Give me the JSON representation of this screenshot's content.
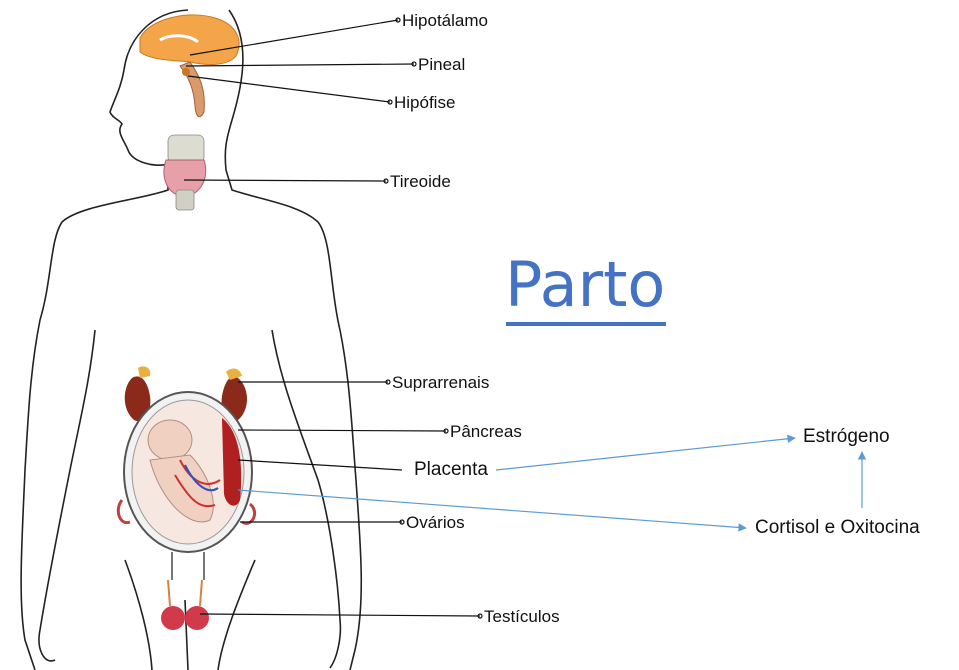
{
  "title": "Parto",
  "labels": {
    "hipotalamo": "Hipotálamo",
    "pineal": "Pineal",
    "hipofise": "Hipófise",
    "tireoide": "Tireoide",
    "suprarrenais": "Suprarrenais",
    "pancreas": "Pâncreas",
    "placenta": "Placenta",
    "ovarios": "Ovários",
    "testiculos": "Testículos"
  },
  "hormones": {
    "estrogeno": "Estrógeno",
    "cortisol_oxitocina": "Cortisol e Oxitocina"
  },
  "colors": {
    "title": "#4472c4",
    "arrow": "#5b9bd5",
    "brain": "#f4a54a",
    "thyroid": "#e8a0a8",
    "kidney": "#8b2a1a",
    "uterus_wall": "#b02020"
  }
}
